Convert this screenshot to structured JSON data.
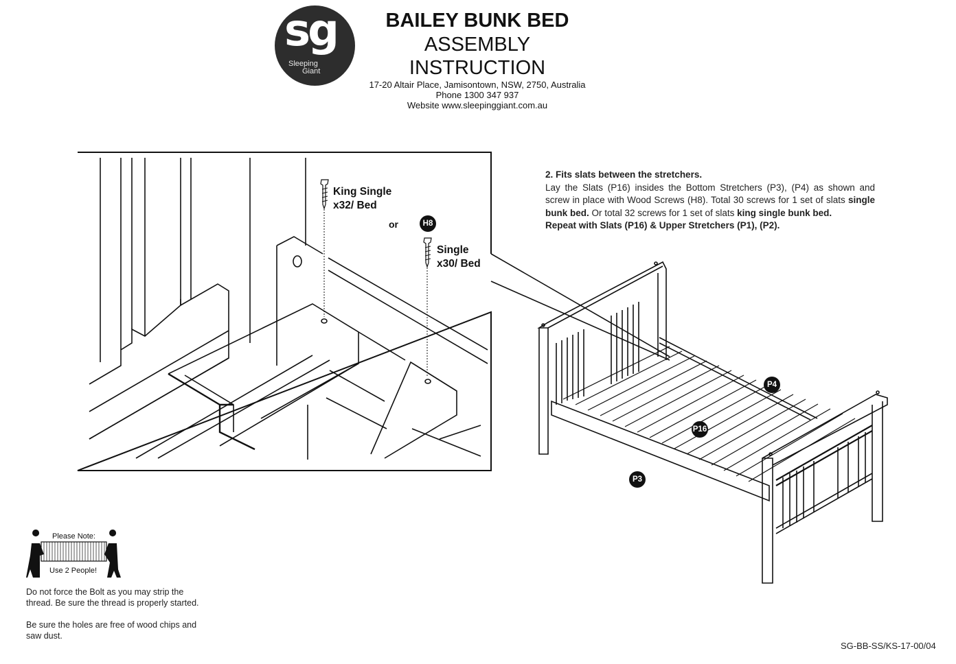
{
  "header": {
    "logo_text": "sg",
    "logo_brand_line1": "Sleeping",
    "logo_brand_line2": "Giant",
    "title": "BAILEY BUNK BED",
    "subtitle": "ASSEMBLY INSTRUCTION",
    "address": "17-20 Altair Place, Jamisontown, NSW, 2750, Australia",
    "phone": "Phone 1300 347 937",
    "website": "Website www.sleepinggiant.com.au"
  },
  "step": {
    "title": "2. Fits slats between the stretchers.",
    "text1": "Lay the Slats (P16) insides the Bottom Stretchers (P3), (P4) as shown and screw in place with Wood Screws (H8). Total 30 screws for 1 set of slats ",
    "bold1": "single bunk bed.",
    "text2": " Or total 32 screws for 1 set of slats ",
    "bold2": "king single bunk bed.",
    "bold3": "Repeat with Slats (P16) & Upper Stretchers (P1), (P2)."
  },
  "detail": {
    "king_single_label": "King Single",
    "king_single_qty": "x32/ Bed",
    "or_label": "or",
    "hardware_badge": "H8",
    "single_label": "Single",
    "single_qty": "x30/ Bed"
  },
  "parts": {
    "p4": "P4",
    "p16": "P16",
    "p3": "P3"
  },
  "note": {
    "top": "Please Note:",
    "bottom": "Use 2 People!",
    "para1": "Do not force the Bolt as you may strip the thread. Be sure the thread is properly started.",
    "para2": "Be sure the holes are free of wood chips and saw dust."
  },
  "footer": {
    "doc_ref": "SG-BB-SS/KS-17-00/04"
  }
}
